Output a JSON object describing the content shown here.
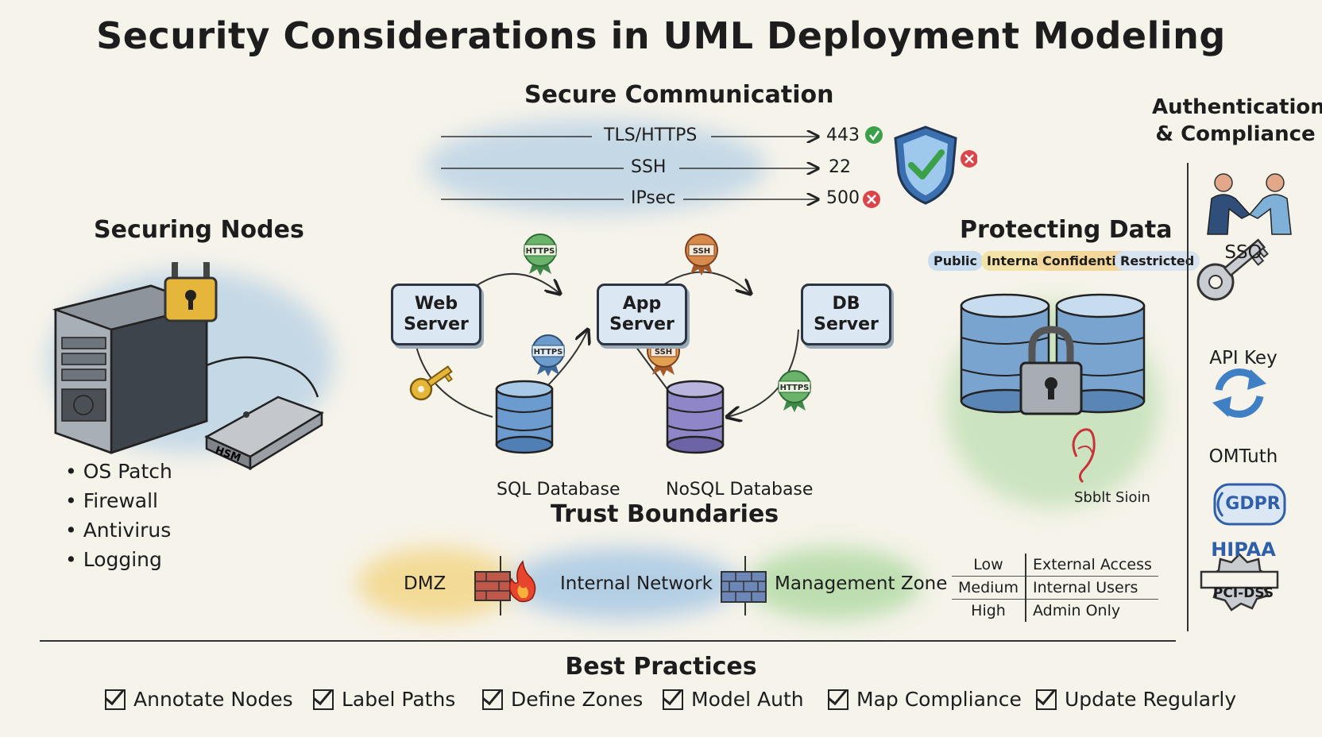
{
  "title": "Security Considerations in UML Deployment Modeling",
  "secure_communication": {
    "heading": "Secure Communication",
    "protocols": [
      {
        "name": "TLS/HTTPS",
        "port": "443",
        "status": "check"
      },
      {
        "name": "SSH",
        "port": "22",
        "status": "cross"
      },
      {
        "name": "IPsec",
        "port": "500",
        "status": "cross"
      }
    ]
  },
  "securing_nodes": {
    "heading": "Securing Nodes",
    "hsm_label": "HSM",
    "bullets": [
      "OS Patch",
      "Firewall",
      "Antivirus",
      "Logging"
    ]
  },
  "deployment": {
    "nodes": [
      {
        "id": "web",
        "line1": "Web",
        "line2": "Server"
      },
      {
        "id": "app",
        "line1": "App",
        "line2": "Server"
      },
      {
        "id": "db",
        "line1": "DB",
        "line2": "Server"
      }
    ],
    "databases": [
      "SQL Database",
      "NoSQL Database"
    ],
    "badges": {
      "web_app": "HTTPS",
      "app_db": "SSH",
      "sql_app": "HTTPS",
      "nosql_app": "SSH",
      "db_nosql": "HTTPS"
    }
  },
  "protecting_data": {
    "heading": "Protecting Data",
    "classifications": [
      "Public",
      "Internal",
      "Confidential",
      "Restricted"
    ],
    "signature_label": "Sbblt Sioin"
  },
  "trust_boundaries": {
    "heading": "Trust Boundaries",
    "zones": [
      "DMZ",
      "Internal Network",
      "Management Zone"
    ],
    "risk_table": [
      {
        "level": "Low",
        "access": "External Access"
      },
      {
        "level": "Medium",
        "access": "Internal Users"
      },
      {
        "level": "High",
        "access": "Admin Only"
      }
    ]
  },
  "auth_compliance": {
    "heading_line1": "Authentication",
    "heading_line2": "& Compliance",
    "items": [
      "SSO",
      "API Key",
      "OMTuth"
    ],
    "gdpr": "GDPR",
    "hipaa": "HIPAA",
    "pci": "PCI-DSS"
  },
  "best_practices": {
    "heading": "Best Practices",
    "items": [
      "Annotate Nodes",
      "Label Paths",
      "Define Zones",
      "Model Auth",
      "Map Compliance",
      "Update Regularly"
    ]
  },
  "colors": {
    "wash_blue": "#9ec3e3",
    "wash_yellow": "#f2d27a",
    "wash_green": "#a9d79c",
    "node_fill": "#dbe7f3",
    "badge_green": "#6ab36a",
    "badge_orange": "#d88a4a",
    "badge_blue": "#6b9ccc",
    "check_green": "#3aa04a",
    "cross_red": "#d9454a",
    "hipaa_blue": "#2f5fa8"
  }
}
